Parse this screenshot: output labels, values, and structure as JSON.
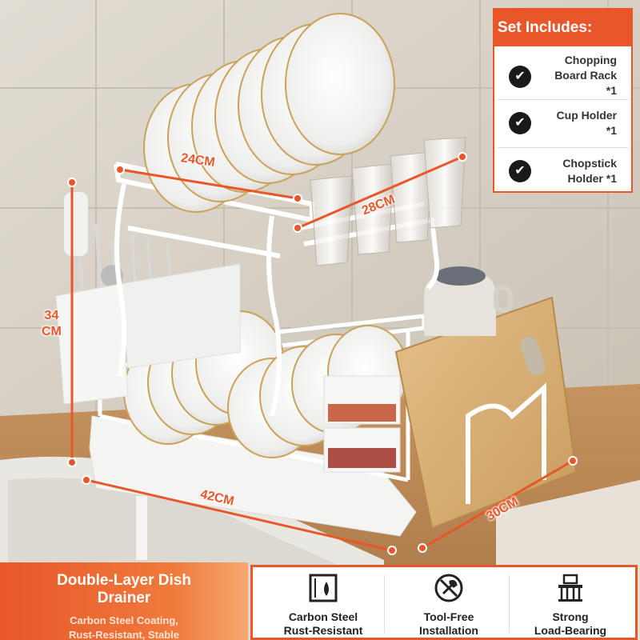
{
  "set_includes": {
    "title": "Set Includes:",
    "items": [
      {
        "label": "Chopping\nBoard Rack\n*1"
      },
      {
        "label": "Cup Holder\n*1"
      },
      {
        "label": "Chopstick\nHolder *1"
      }
    ]
  },
  "dimensions": {
    "top_width": "24CM",
    "top_depth": "28CM",
    "height": "34\nCM",
    "bottom_width": "42CM",
    "bottom_depth": "30CM"
  },
  "product": {
    "title": "Double-Layer Dish\nDrainer",
    "subtitle": "Carbon Steel Coating,\nRust-Resistant, Stable"
  },
  "features": [
    {
      "icon": "rust-resistant-icon",
      "label": "Carbon Steel\nRust-Resistant"
    },
    {
      "icon": "tool-free-icon",
      "label": "Tool-Free\nInstallation"
    },
    {
      "icon": "load-bearing-icon",
      "label": "Strong\nLoad-Bearing"
    }
  ],
  "colors": {
    "accent": "#e8572a",
    "rack": "#ffffff",
    "wall_tile": "#d9d3c9",
    "countertop": "#b88858",
    "cutting_board": "#d8b27a"
  }
}
